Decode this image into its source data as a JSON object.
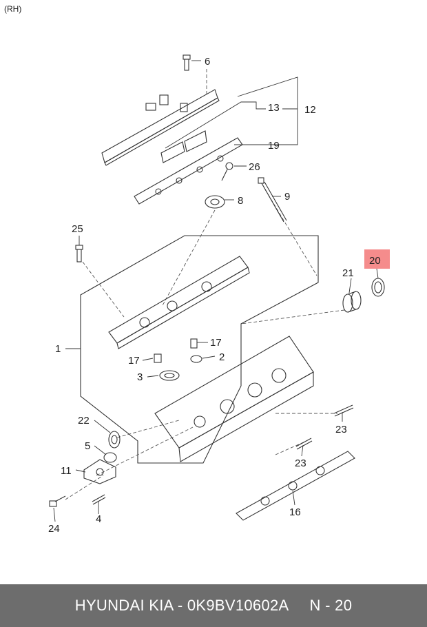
{
  "corner_label": "(RH)",
  "highlight_color": "#f58c8c",
  "footer_bg": "#6d6d6d",
  "footer": {
    "brand": "HYUNDAI  KIA - 0K9BV10602A",
    "page": "N - 20"
  },
  "callouts": {
    "c1": "1",
    "c2": "2",
    "c3": "3",
    "c4": "4",
    "c5": "5",
    "c6": "6",
    "c8": "8",
    "c9": "9",
    "c11": "11",
    "c12": "12",
    "c13": "13",
    "c16": "16",
    "c17a": "17",
    "c17b": "17",
    "c19": "19",
    "c20": "20",
    "c21": "21",
    "c22": "22",
    "c23a": "23",
    "c23b": "23",
    "c24": "24",
    "c25": "25",
    "c26": "26"
  }
}
